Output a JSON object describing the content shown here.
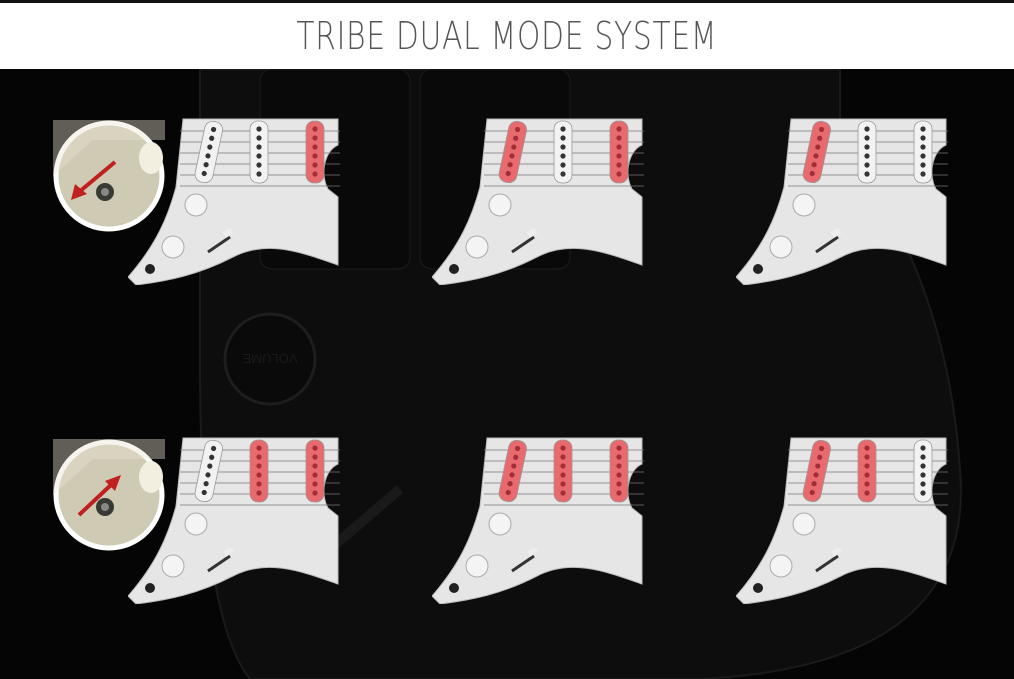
{
  "header": {
    "title": "TRIBE DUAL MODE SYSTEM"
  },
  "background": {
    "knob_label": "VOLUME"
  },
  "colors": {
    "highlight": "#e86a6e",
    "pickguard": "#e6e6e6",
    "background": "#050505"
  },
  "rows": [
    {
      "toggle": {
        "direction": "down",
        "icon": "arrow-down-left-icon"
      },
      "guards": [
        {
          "pickups": [
            false,
            false,
            true
          ]
        },
        {
          "pickups": [
            true,
            false,
            true
          ]
        },
        {
          "pickups": [
            true,
            false,
            false
          ]
        }
      ]
    },
    {
      "toggle": {
        "direction": "up",
        "icon": "arrow-up-right-icon"
      },
      "guards": [
        {
          "pickups": [
            false,
            true,
            true
          ]
        },
        {
          "pickups": [
            true,
            true,
            true
          ]
        },
        {
          "pickups": [
            true,
            true,
            false
          ]
        }
      ]
    }
  ]
}
